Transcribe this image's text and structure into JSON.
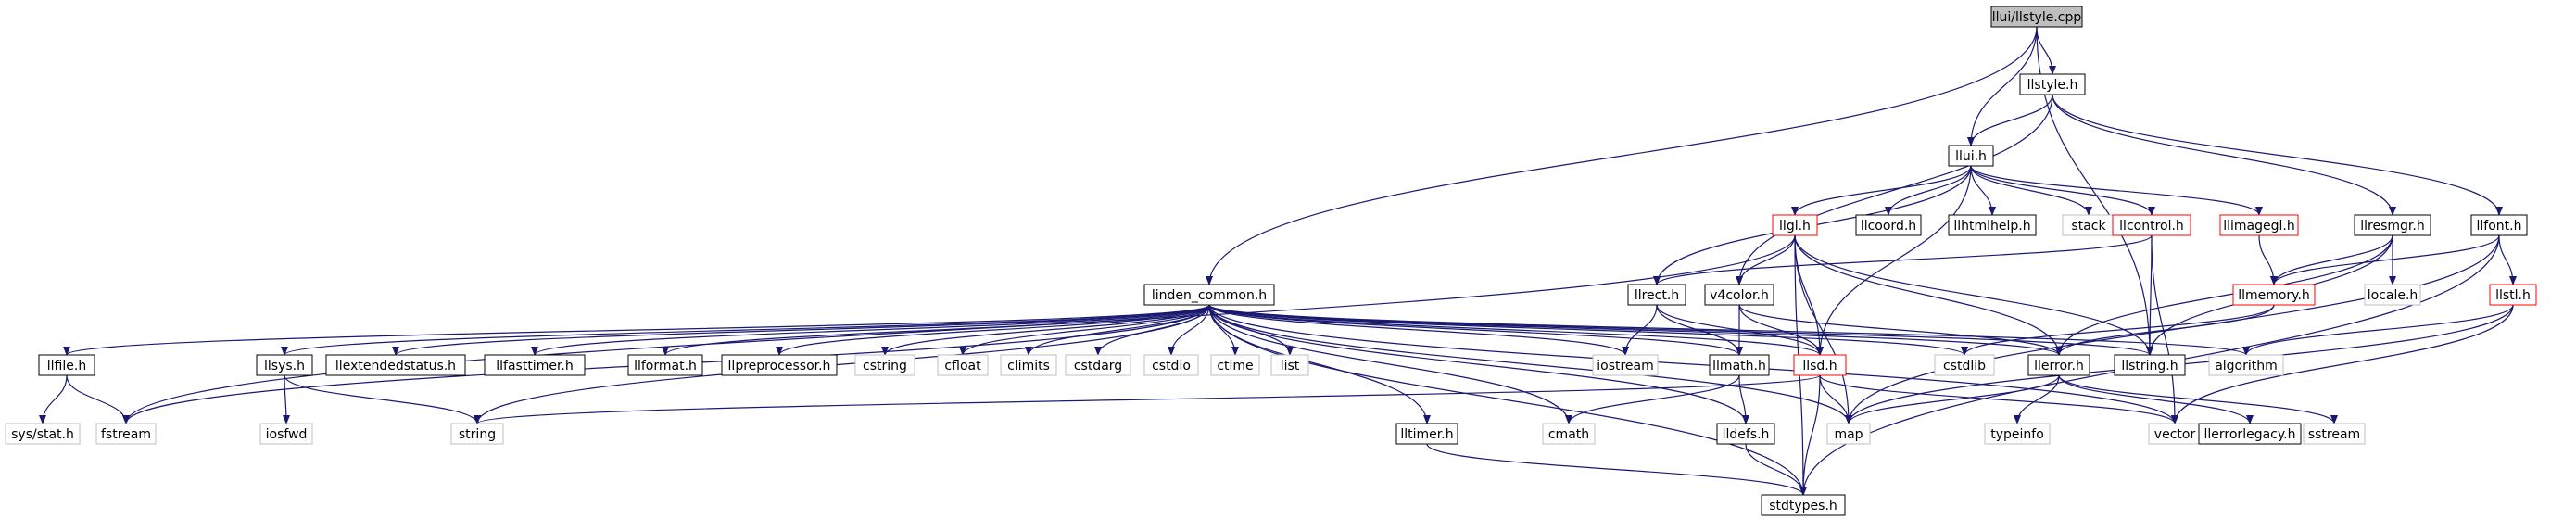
{
  "nodes": [
    {
      "id": "root",
      "label": "llui/llstyle.cpp",
      "style": "root"
    },
    {
      "id": "llstyle",
      "label": "llstyle.h",
      "style": "normal"
    },
    {
      "id": "llui",
      "label": "llui.h",
      "style": "normal"
    },
    {
      "id": "llresmgr",
      "label": "llresmgr.h",
      "style": "normal"
    },
    {
      "id": "llfont",
      "label": "llfont.h",
      "style": "normal"
    },
    {
      "id": "llgl",
      "label": "llgl.h",
      "style": "red"
    },
    {
      "id": "llcoord",
      "label": "llcoord.h",
      "style": "normal"
    },
    {
      "id": "llhtmlhelp",
      "label": "llhtmlhelp.h",
      "style": "normal"
    },
    {
      "id": "stack",
      "label": "stack",
      "style": "gray"
    },
    {
      "id": "llcontrol",
      "label": "llcontrol.h",
      "style": "red"
    },
    {
      "id": "llimagegl",
      "label": "llimagegl.h",
      "style": "red"
    },
    {
      "id": "linden_common",
      "label": "linden_common.h",
      "style": "normal"
    },
    {
      "id": "llrect",
      "label": "llrect.h",
      "style": "normal"
    },
    {
      "id": "v4color",
      "label": "v4color.h",
      "style": "normal"
    },
    {
      "id": "llmemory",
      "label": "llmemory.h",
      "style": "red"
    },
    {
      "id": "locale",
      "label": "locale.h",
      "style": "gray"
    },
    {
      "id": "llstl",
      "label": "llstl.h",
      "style": "red"
    },
    {
      "id": "llfile",
      "label": "llfile.h",
      "style": "normal"
    },
    {
      "id": "llsys",
      "label": "llsys.h",
      "style": "normal"
    },
    {
      "id": "llextendedstatus",
      "label": "llextendedstatus.h",
      "style": "normal"
    },
    {
      "id": "llfasttimer",
      "label": "llfasttimer.h",
      "style": "normal"
    },
    {
      "id": "llformat",
      "label": "llformat.h",
      "style": "normal"
    },
    {
      "id": "llpreprocessor",
      "label": "llpreprocessor.h",
      "style": "normal"
    },
    {
      "id": "cstring",
      "label": "cstring",
      "style": "gray"
    },
    {
      "id": "cfloat",
      "label": "cfloat",
      "style": "gray"
    },
    {
      "id": "climits",
      "label": "climits",
      "style": "gray"
    },
    {
      "id": "cstdarg",
      "label": "cstdarg",
      "style": "gray"
    },
    {
      "id": "cstdio",
      "label": "cstdio",
      "style": "gray"
    },
    {
      "id": "ctime",
      "label": "ctime",
      "style": "gray"
    },
    {
      "id": "list",
      "label": "list",
      "style": "gray"
    },
    {
      "id": "iostream",
      "label": "iostream",
      "style": "gray"
    },
    {
      "id": "llmath",
      "label": "llmath.h",
      "style": "normal"
    },
    {
      "id": "llsd",
      "label": "llsd.h",
      "style": "red"
    },
    {
      "id": "cstdlib",
      "label": "cstdlib",
      "style": "gray"
    },
    {
      "id": "llerror",
      "label": "llerror.h",
      "style": "normal"
    },
    {
      "id": "llstring",
      "label": "llstring.h",
      "style": "normal"
    },
    {
      "id": "algorithm",
      "label": "algorithm",
      "style": "gray"
    },
    {
      "id": "sysstat",
      "label": "sys/stat.h",
      "style": "gray"
    },
    {
      "id": "fstream",
      "label": "fstream",
      "style": "gray"
    },
    {
      "id": "iosfwd",
      "label": "iosfwd",
      "style": "gray"
    },
    {
      "id": "string",
      "label": "string",
      "style": "gray"
    },
    {
      "id": "lltimer",
      "label": "lltimer.h",
      "style": "normal"
    },
    {
      "id": "cmath",
      "label": "cmath",
      "style": "gray"
    },
    {
      "id": "lldefs",
      "label": "lldefs.h",
      "style": "normal"
    },
    {
      "id": "map",
      "label": "map",
      "style": "gray"
    },
    {
      "id": "typeinfo",
      "label": "typeinfo",
      "style": "gray"
    },
    {
      "id": "vector",
      "label": "vector",
      "style": "gray"
    },
    {
      "id": "llerrorlegacy",
      "label": "llerrorlegacy.h",
      "style": "normal"
    },
    {
      "id": "sstream",
      "label": "sstream",
      "style": "gray"
    },
    {
      "id": "stdtypes",
      "label": "stdtypes.h",
      "style": "normal"
    }
  ],
  "edges": [
    [
      "root",
      "llstyle"
    ],
    [
      "root",
      "llui"
    ],
    [
      "root",
      "linden_common"
    ],
    [
      "root",
      "llstring"
    ],
    [
      "llstyle",
      "llui"
    ],
    [
      "llstyle",
      "v4color"
    ],
    [
      "llstyle",
      "llresmgr"
    ],
    [
      "llstyle",
      "llfont"
    ],
    [
      "llui",
      "llrect"
    ],
    [
      "llui",
      "llgl"
    ],
    [
      "llui",
      "llcoord"
    ],
    [
      "llui",
      "llhtmlhelp"
    ],
    [
      "llui",
      "stack"
    ],
    [
      "llui",
      "llcontrol"
    ],
    [
      "llui",
      "llimagegl"
    ],
    [
      "llui",
      "llsd"
    ],
    [
      "llresmgr",
      "llmemory"
    ],
    [
      "llresmgr",
      "locale"
    ],
    [
      "llresmgr",
      "llstring"
    ],
    [
      "llresmgr",
      "llerror"
    ],
    [
      "llfont",
      "llmemory"
    ],
    [
      "llfont",
      "llstl"
    ],
    [
      "llfont",
      "stdtypes"
    ],
    [
      "llfont",
      "map"
    ],
    [
      "llgl",
      "fstream"
    ],
    [
      "llgl",
      "v4color"
    ],
    [
      "llgl",
      "llsd"
    ],
    [
      "llgl",
      "map"
    ],
    [
      "llgl",
      "llerror"
    ],
    [
      "llgl",
      "llstring"
    ],
    [
      "llgl",
      "stdtypes"
    ],
    [
      "llcontrol",
      "llrect"
    ],
    [
      "llcontrol",
      "llstring"
    ],
    [
      "llcontrol",
      "vector"
    ],
    [
      "llimagegl",
      "llmemory"
    ],
    [
      "llmemory",
      "cstdlib"
    ],
    [
      "llmemory",
      "llerror"
    ],
    [
      "llstl",
      "map"
    ],
    [
      "llstl",
      "vector"
    ],
    [
      "llstl",
      "algorithm"
    ],
    [
      "llrect",
      "iostream"
    ],
    [
      "llrect",
      "llmath"
    ],
    [
      "llrect",
      "llsd"
    ],
    [
      "v4color",
      "llmath"
    ],
    [
      "v4color",
      "llsd"
    ],
    [
      "v4color",
      "llerror"
    ],
    [
      "linden_common",
      "llfile"
    ],
    [
      "linden_common",
      "llsys"
    ],
    [
      "linden_common",
      "llextendedstatus"
    ],
    [
      "linden_common",
      "llfasttimer"
    ],
    [
      "linden_common",
      "llformat"
    ],
    [
      "linden_common",
      "llpreprocessor"
    ],
    [
      "linden_common",
      "cstring"
    ],
    [
      "linden_common",
      "cfloat"
    ],
    [
      "linden_common",
      "climits"
    ],
    [
      "linden_common",
      "cstdarg"
    ],
    [
      "linden_common",
      "cstdio"
    ],
    [
      "linden_common",
      "ctime"
    ],
    [
      "linden_common",
      "list"
    ],
    [
      "linden_common",
      "iostream"
    ],
    [
      "linden_common",
      "llmath"
    ],
    [
      "linden_common",
      "llsd"
    ],
    [
      "linden_common",
      "cstdlib"
    ],
    [
      "linden_common",
      "llerror"
    ],
    [
      "linden_common",
      "llstring"
    ],
    [
      "linden_common",
      "algorithm"
    ],
    [
      "linden_common",
      "lltimer"
    ],
    [
      "linden_common",
      "cmath"
    ],
    [
      "linden_common",
      "lldefs"
    ],
    [
      "linden_common",
      "map"
    ],
    [
      "linden_common",
      "string"
    ],
    [
      "linden_common",
      "fstream"
    ],
    [
      "linden_common",
      "stdtypes"
    ],
    [
      "linden_common",
      "vector"
    ],
    [
      "llfile",
      "sysstat"
    ],
    [
      "llfile",
      "fstream"
    ],
    [
      "llsys",
      "iosfwd"
    ],
    [
      "llsys",
      "string"
    ],
    [
      "llmath",
      "cmath"
    ],
    [
      "llmath",
      "lldefs"
    ],
    [
      "llsd",
      "string"
    ],
    [
      "llsd",
      "map"
    ],
    [
      "llsd",
      "vector"
    ],
    [
      "llsd",
      "stdtypes"
    ],
    [
      "llerror",
      "typeinfo"
    ],
    [
      "llerror",
      "llerrorlegacy"
    ],
    [
      "llerror",
      "sstream"
    ],
    [
      "llerror",
      "map"
    ],
    [
      "lltimer",
      "stdtypes"
    ],
    [
      "lldefs",
      "stdtypes"
    ]
  ]
}
